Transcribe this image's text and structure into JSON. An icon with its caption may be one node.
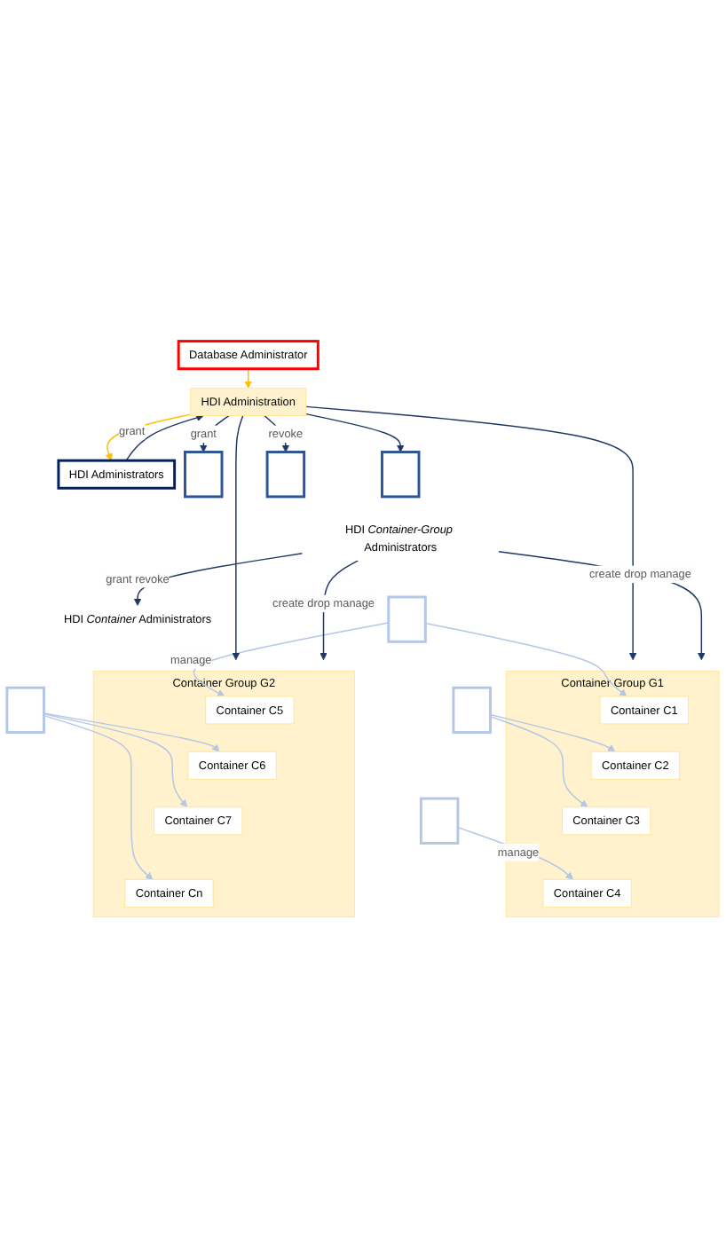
{
  "diagram": {
    "nodes": [
      {
        "text": [
          "Database Administrator"
        ]
      },
      {
        "text": [
          "HDI Administrators"
        ]
      },
      {
        "text": [
          "HDI Administration"
        ]
      },
      {
        "text": [],
        "shape": "person"
      },
      {
        "text": [],
        "shape": "person"
      },
      {
        "text": [],
        "shape": "person"
      },
      {
        "text": [
          "HDI *Container-Group* Administrators"
        ]
      },
      {
        "text": [
          "Container Group G1"
        ]
      },
      {
        "text": [
          "Container C1"
        ],
        "in": 7
      },
      {
        "text": [
          "Container C2"
        ],
        "in": 7
      },
      {
        "text": [
          "Container C3"
        ],
        "in": 7
      },
      {
        "text": [
          "Container C4"
        ],
        "in": 7
      },
      {
        "text": [
          "Container Group G2"
        ]
      },
      {
        "text": [
          "Container C5"
        ],
        "in": 12
      },
      {
        "text": [
          "Container C6"
        ],
        "in": 12
      },
      {
        "text": [
          "Container C7"
        ],
        "in": 12
      },
      {
        "text": [
          "Container Cn"
        ],
        "in": 12
      },
      {
        "text": [],
        "shape": "person"
      },
      {
        "text": [],
        "shape": "person"
      },
      {
        "text": [],
        "shape": "person"
      },
      {
        "text": [],
        "shape": "person"
      },
      {
        "text": [
          "HDI *Container* Administrators"
        ]
      }
    ],
    "edges": [
      {
        "from": 0,
        "to": 2,
        "arrow": "to",
        "color": "#ffc000"
      },
      {
        "from": 2,
        "to": 1,
        "arrow": "to",
        "label": "grant",
        "color": "#ffc000"
      },
      {
        "from": 1,
        "to": 2,
        "arrow": "to"
      },
      {
        "from": 2,
        "to": 7,
        "arrow": "to"
      },
      {
        "from": 2,
        "to": 3,
        "arrow": "to",
        "label": "grant"
      },
      {
        "from": 2,
        "to": 4,
        "arrow": "to"
      },
      {
        "from": 2,
        "to": 5,
        "arrow": "to",
        "label": "revoke"
      },
      {
        "from": 2,
        "to": 12,
        "arrow": "to"
      },
      {
        "from": 6,
        "to": 7,
        "arrow": "to",
        "label": "create drop manage"
      },
      {
        "from": 6,
        "to": 12,
        "arrow": "to",
        "label": "create drop manage"
      },
      {
        "from": 6,
        "to": 21,
        "arrow": "to",
        "label": "grant revoke"
      },
      {
        "from": 17,
        "to": 11,
        "arrow": "to",
        "label": "manage",
        "color": "#b4c7e7"
      },
      {
        "from": 18,
        "to": 9,
        "arrow": "to",
        "color": "#b4c7e7"
      },
      {
        "from": 18,
        "to": 10,
        "arrow": "to",
        "color": "#b4c7e7"
      },
      {
        "from": 19,
        "to": 8,
        "arrow": "to",
        "color": "#b4c7e7"
      },
      {
        "from": 19,
        "to": 13,
        "arrow": "to",
        "label": "manage",
        "color": "#b4c7e7"
      },
      {
        "from": 20,
        "to": 14,
        "arrow": "to",
        "color": "#b4c7e7"
      },
      {
        "from": 20,
        "to": 15,
        "arrow": "to",
        "color": "#b4c7e7"
      },
      {
        "from": 20,
        "to": 16,
        "arrow": "to",
        "color": "#b4c7e7"
      }
    ]
  }
}
